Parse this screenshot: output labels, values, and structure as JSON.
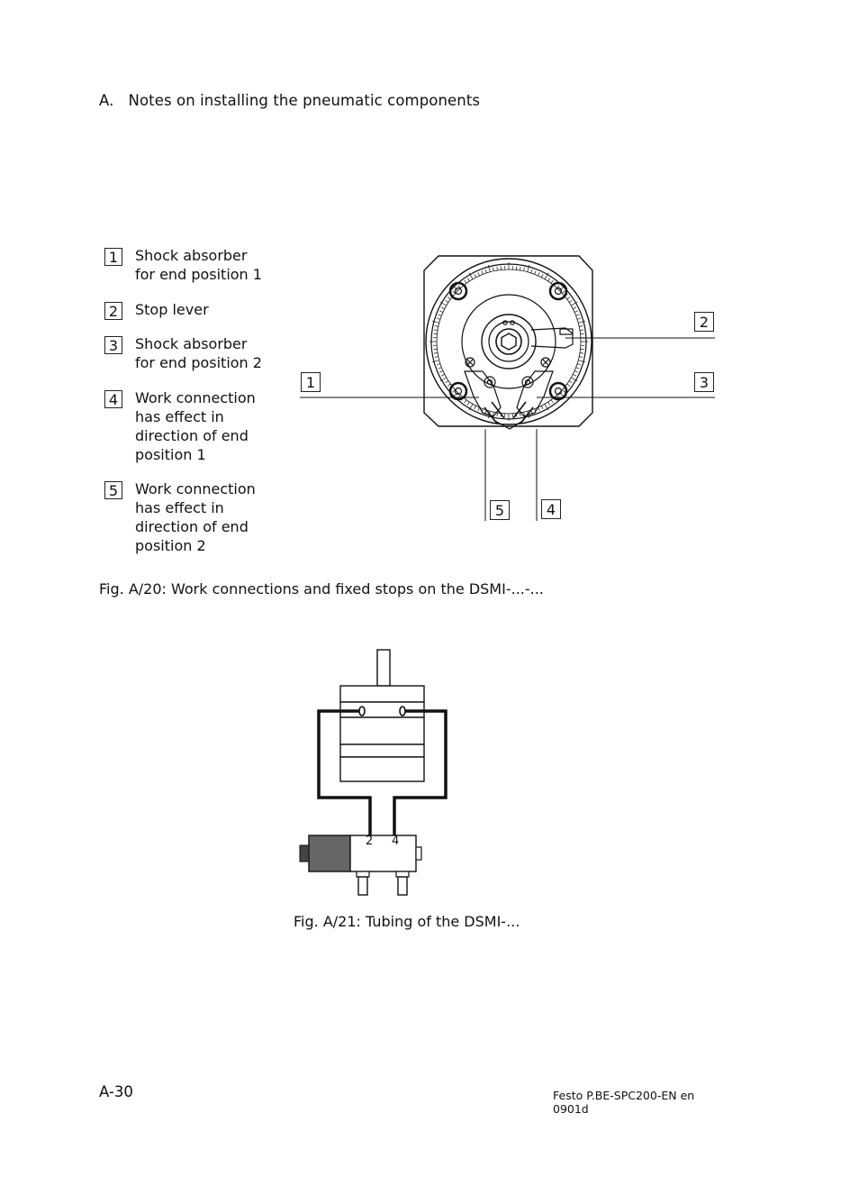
{
  "header": {
    "section": "A.",
    "title": "Notes on installing the pneumatic components"
  },
  "legend": [
    {
      "num": "1",
      "text": "Shock absorber\nfor end position 1"
    },
    {
      "num": "2",
      "text": "Stop lever"
    },
    {
      "num": "3",
      "text": "Shock absorber\nfor end position 2"
    },
    {
      "num": "4",
      "text": "Work connection\nhas effect in\ndirection of end\nposition 1"
    },
    {
      "num": "5",
      "text": "Work connection\nhas effect in\ndirection of end\nposition 2"
    }
  ],
  "figure1": {
    "callouts": [
      "1",
      "2",
      "3",
      "4",
      "5"
    ],
    "caption": "Fig. A/20:  Work connections and fixed stops on the DSMI-...-..."
  },
  "figure2": {
    "port_labels": [
      "2",
      "4"
    ],
    "caption": "Fig. A/21:  Tubing of the DSMI-..."
  },
  "footer": {
    "page": "A-30",
    "doc": "Festo  P.BE-SPC200-EN  en 0901d"
  }
}
